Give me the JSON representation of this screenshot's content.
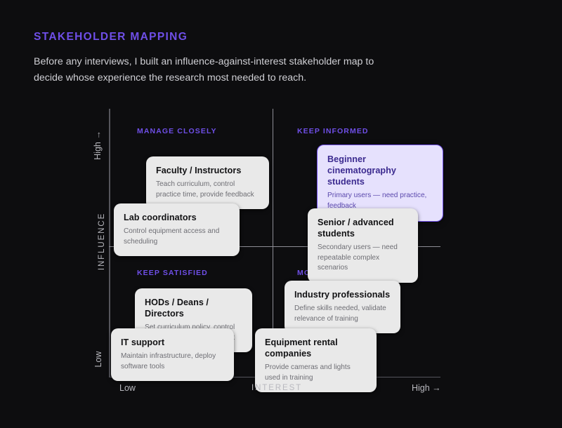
{
  "header": {
    "eyebrow": "STAKEHOLDER MAPPING",
    "intro": "Before any interviews, I built an influence-against-interest stakeholder map to decide whose experience the research most needed to reach."
  },
  "axes": {
    "x_title": "INTEREST",
    "x_low": "Low",
    "x_high": "High →",
    "y_title": "INFLUENCE",
    "y_low": "Low",
    "y_high": "High →"
  },
  "quadrants": {
    "top_left": "MANAGE CLOSELY",
    "top_right": "KEEP INFORMED",
    "bottom_left": "KEEP SATISFIED",
    "bottom_right": "MONITOR"
  },
  "colors": {
    "accent": "#6f4fe8",
    "background": "#0d0d0f",
    "card": "#e9e9e9",
    "card_highlight": "#e6e1fd"
  },
  "cards": [
    {
      "title": "Faculty / Instructors",
      "desc": "Teach curriculum, control practice time, provide feedback",
      "highlight": false
    },
    {
      "title": "Lab coordinators",
      "desc": "Control equipment access and scheduling",
      "highlight": false
    },
    {
      "title": "Beginner cinematography students",
      "desc": "Primary users — need practice, feedback",
      "highlight": true
    },
    {
      "title": "Senior / advanced students",
      "desc": "Secondary users — need repeatable complex scenarios",
      "highlight": false
    },
    {
      "title": "HODs / Deans / Directors",
      "desc": "Set curriculum policy, control budgets, approve equipment",
      "highlight": false
    },
    {
      "title": "IT support",
      "desc": "Maintain infrastructure, deploy software tools",
      "highlight": false
    },
    {
      "title": "Industry professionals",
      "desc": "Define skills needed, validate relevance of training",
      "highlight": false
    },
    {
      "title": "Equipment rental companies",
      "desc": "Provide cameras and lights used in training",
      "highlight": false
    }
  ],
  "chart_data": {
    "type": "scatter",
    "title": "STAKEHOLDER MAPPING",
    "xlabel": "INTEREST",
    "ylabel": "INFLUENCE",
    "xlim": [
      "Low",
      "High"
    ],
    "ylim": [
      "Low",
      "High"
    ],
    "grid": false,
    "legend": "none",
    "quadrants": [
      "MANAGE CLOSELY",
      "KEEP INFORMED",
      "KEEP SATISFIED",
      "MONITOR"
    ],
    "points": [
      {
        "label": "Faculty / Instructors",
        "quadrant": "MANAGE CLOSELY",
        "interest": "medium",
        "influence": "high"
      },
      {
        "label": "Lab coordinators",
        "quadrant": "MANAGE CLOSELY",
        "interest": "low",
        "influence": "high"
      },
      {
        "label": "Beginner cinematography students",
        "quadrant": "KEEP INFORMED",
        "interest": "high",
        "influence": "high"
      },
      {
        "label": "Senior / advanced students",
        "quadrant": "KEEP INFORMED",
        "interest": "high",
        "influence": "high"
      },
      {
        "label": "HODs / Deans / Directors",
        "quadrant": "KEEP SATISFIED",
        "interest": "low",
        "influence": "low"
      },
      {
        "label": "IT support",
        "quadrant": "KEEP SATISFIED",
        "interest": "low",
        "influence": "low"
      },
      {
        "label": "Industry professionals",
        "quadrant": "MONITOR",
        "interest": "high",
        "influence": "low"
      },
      {
        "label": "Equipment rental companies",
        "quadrant": "MONITOR",
        "interest": "high",
        "influence": "low"
      }
    ]
  }
}
